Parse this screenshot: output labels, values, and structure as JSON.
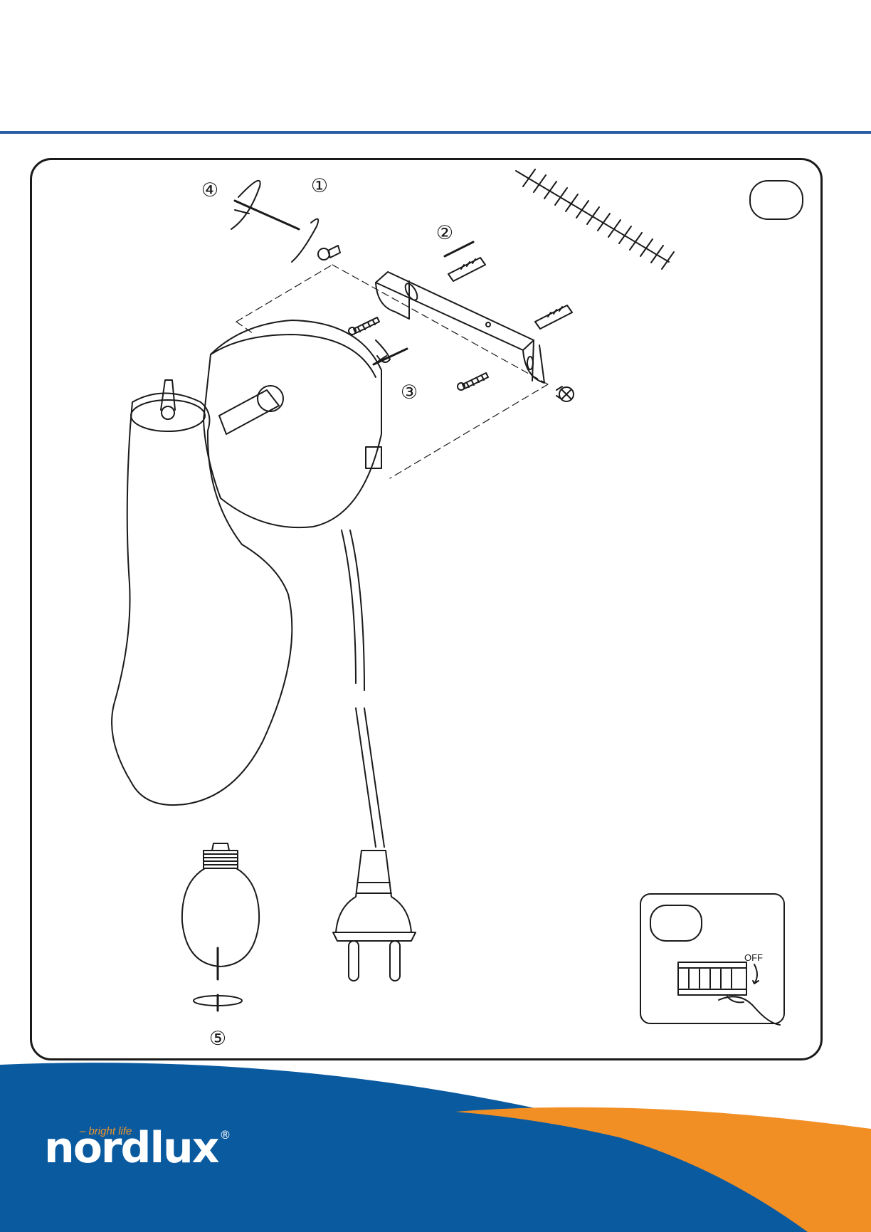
{
  "steps": [
    "①",
    "②",
    "③",
    "④",
    "⑤"
  ],
  "inset": {
    "switch_label": "OFF"
  },
  "brand": {
    "name": "nordlux",
    "registered": "®",
    "tagline": "– bright life"
  },
  "colors": {
    "rule": "#2a5fa6",
    "banner_blue": "#0a5aa0",
    "banner_orange": "#f18f24",
    "line": "#1a1a1a"
  }
}
